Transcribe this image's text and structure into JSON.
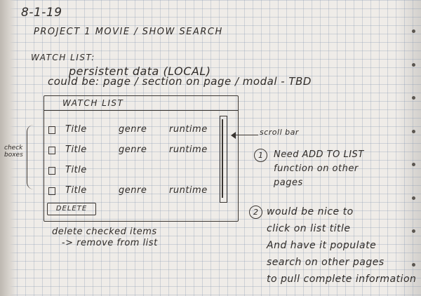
{
  "date": "8-1-19",
  "project_line": "PROJECT 1    MOVIE / SHOW SEARCH",
  "watch_list_heading": "WATCH LIST:",
  "persistent_line": "persistent data (LOCAL)",
  "could_be_line": "could be: page / section on page / modal - TBD",
  "mockup": {
    "header": "WATCH LIST",
    "rows": [
      {
        "title": "Title",
        "genre": "genre",
        "runtime": "runtime"
      },
      {
        "title": "Title",
        "genre": "genre",
        "runtime": "runtime"
      },
      {
        "title": "Title",
        "genre": "",
        "runtime": ""
      },
      {
        "title": "Title",
        "genre": "genre",
        "runtime": "runtime"
      }
    ],
    "delete_label": "DELETE"
  },
  "check_boxes_label": "check\nboxes",
  "scroll_bar_note": "scroll bar",
  "note1_number": "1",
  "note1_text": "Need ADD TO LIST\nfunction on other\npages",
  "note2_number": "2",
  "note2_text": "would be nice to\nclick on list title\nAnd have it populate\nsearch on other pages\nto pull complete information",
  "delete_note": "delete checked items\n   -> remove from list",
  "colors": {
    "paper": "#efece8",
    "ink": "#2f2b28",
    "grid": "#788caa"
  }
}
